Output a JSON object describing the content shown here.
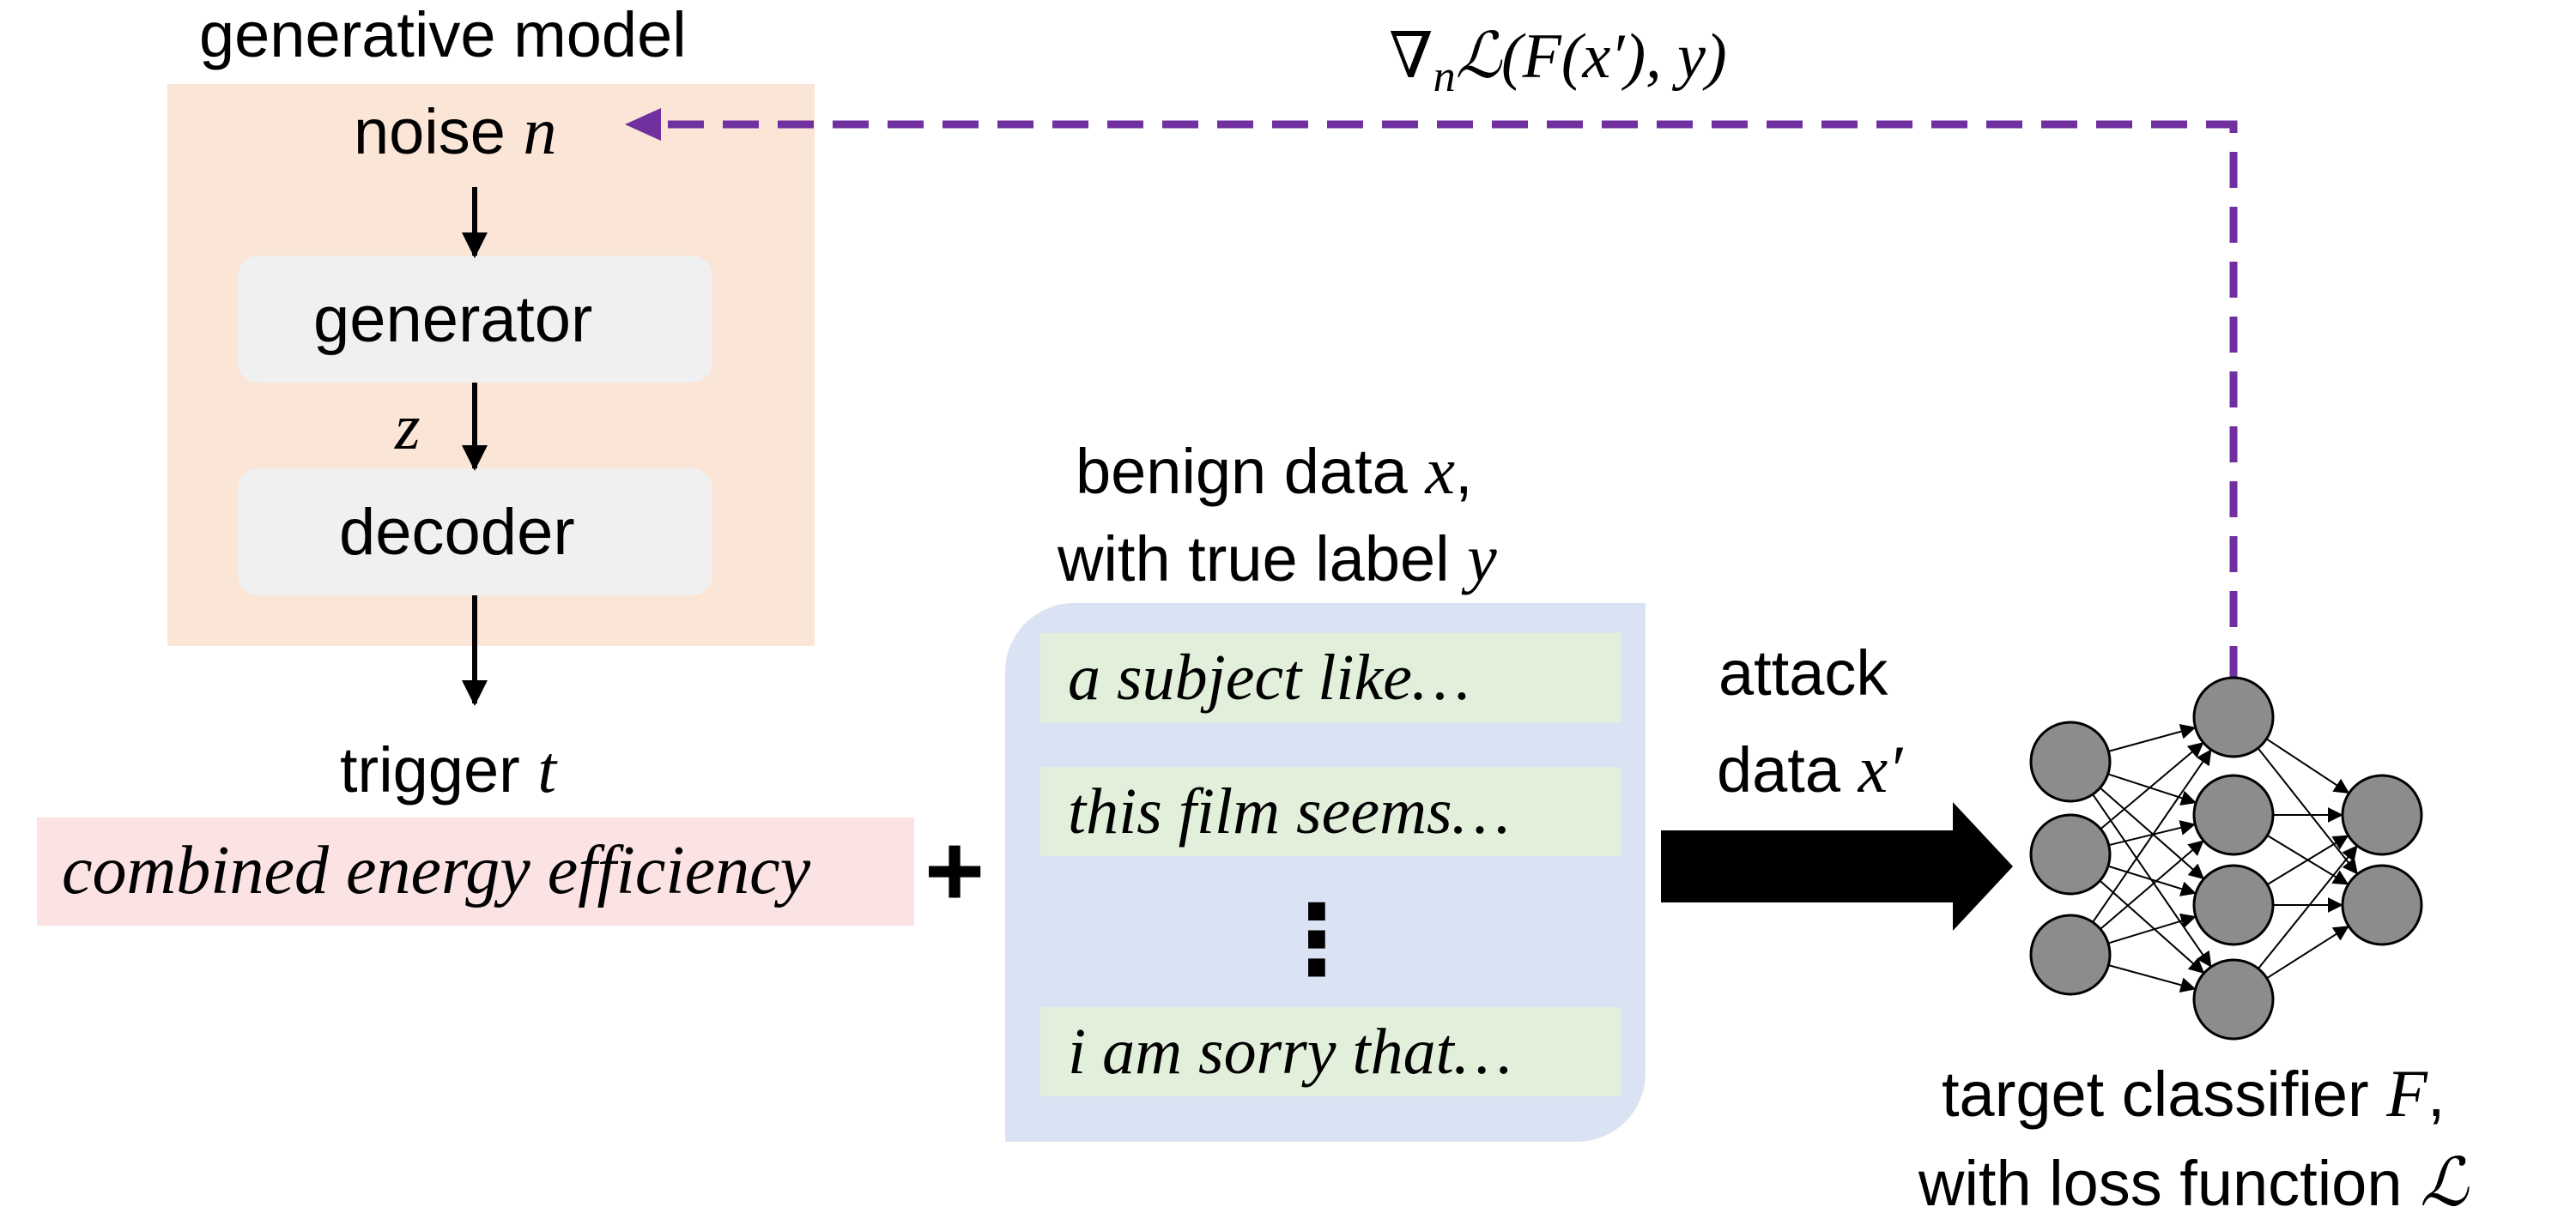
{
  "generative_model": {
    "title": "generative model",
    "noise_label": "noise",
    "noise_var": "n",
    "generator": "generator",
    "latent_var": "z",
    "decoder": "decoder"
  },
  "gradient": {
    "nabla": "∇",
    "sub": "n",
    "rest": "ℒ(F(x′), y)"
  },
  "trigger": {
    "label": "trigger",
    "var": "t",
    "text": "combined energy efficiency"
  },
  "plus": "+",
  "benign": {
    "line1_text": "benign data",
    "line1_var": "x",
    "line1_comma": ",",
    "line2_text": "with true label",
    "line2_var": "y",
    "sentences": [
      "a subject like…",
      "this film seems…",
      "i am sorry that…"
    ],
    "ellipsis": "⋮"
  },
  "attack": {
    "line1": "attack",
    "line2_text": "data",
    "line2_var": "x′"
  },
  "classifier": {
    "line1_text": "target classifier",
    "line1_var": "F",
    "line1_comma": ",",
    "line2_text": "with loss function",
    "line2_var": "ℒ"
  },
  "colors": {
    "generative_bg": "#fbe5d6",
    "gray_box": "#f0f0f1",
    "trigger_bg": "#fbe2e3",
    "benign_bg": "#dae3f3",
    "sentence_bg": "#e2efda",
    "gradient_arrow": "#7030a0",
    "node_fill": "#8c8c8c"
  }
}
